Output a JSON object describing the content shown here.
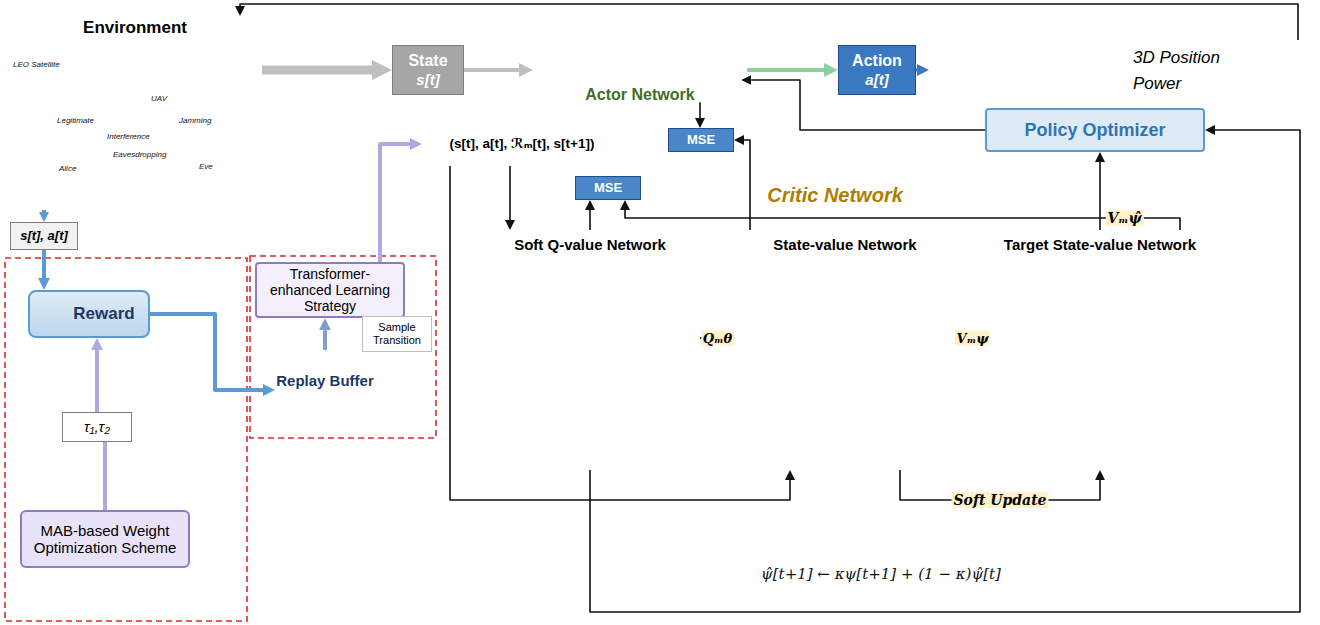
{
  "diagram": {
    "nodes": [
      {
        "text": [
          "Environment"
        ]
      },
      {
        "text": [
          "State",
          "s[t]"
        ]
      },
      {
        "text": [
          "Actor Network"
        ]
      },
      {
        "text": [
          "Action",
          "a[t]"
        ]
      },
      {
        "text": [
          "3D Position",
          "Power"
        ]
      },
      {
        "text": [
          "(s[t], a[t], ℛₘ[t], s[t+1])"
        ]
      },
      {
        "text": [
          "MSE"
        ]
      },
      {
        "text": [
          "Policy Optimizer"
        ]
      },
      {
        "text": [
          "MSE"
        ]
      },
      {
        "text": [
          "s[t], a[t]"
        ]
      },
      {
        "text": [
          "Reward"
        ]
      },
      {
        "text": [
          "τ₁,τ₂"
        ]
      },
      {
        "text": [
          "MAB-based Weight Optimization Scheme"
        ]
      },
      {
        "text": [
          "Transformer-enhanced Learning Strategy"
        ]
      },
      {
        "text": [
          "Sample Transition"
        ]
      },
      {
        "text": [
          "Replay Buffer"
        ]
      },
      {
        "text": [
          "Critic Network"
        ]
      },
      {
        "text": [
          "Soft Q-value Network"
        ],
        "in": 16
      },
      {
        "text": [
          "State-value Network"
        ],
        "in": 16
      },
      {
        "text": [
          "Target State-value Network"
        ],
        "in": 16
      }
    ],
    "edges": [
      {
        "from": 0,
        "to": 1,
        "arrow": "to"
      },
      {
        "from": 1,
        "to": 2,
        "arrow": "to"
      },
      {
        "from": 2,
        "to": 3,
        "arrow": "to"
      },
      {
        "from": 3,
        "to": 4,
        "arrow": "to"
      },
      {
        "from": 4,
        "to": 0,
        "arrow": "to"
      },
      {
        "from": 0,
        "to": 9,
        "arrow": "to"
      },
      {
        "from": 9,
        "to": 10,
        "arrow": "to"
      },
      {
        "from": 12,
        "to": 11,
        "arrow": "none"
      },
      {
        "from": 11,
        "to": 10,
        "arrow": "to"
      },
      {
        "from": 10,
        "to": 15,
        "arrow": "to"
      },
      {
        "from": 15,
        "to": 13,
        "arrow": "to"
      },
      {
        "from": 13,
        "to": 5,
        "arrow": "to"
      },
      {
        "from": 5,
        "to": 17,
        "arrow": "to"
      },
      {
        "from": 5,
        "to": 18,
        "arrow": "to"
      },
      {
        "from": 2,
        "to": 6,
        "arrow": "to"
      },
      {
        "from": 18,
        "to": 6,
        "arrow": "to"
      },
      {
        "from": 17,
        "to": 8,
        "arrow": "to"
      },
      {
        "from": 19,
        "to": 8,
        "arrow": "to",
        "label": "Vₘψ̂"
      },
      {
        "from": 17,
        "to": 18,
        "arrow": "to",
        "label": "Qₘθ"
      },
      {
        "from": 18,
        "to": 19,
        "arrow": "to",
        "label": "Vₘψ"
      },
      {
        "from": 18,
        "to": 19,
        "arrow": "to",
        "label": "Soft Update"
      },
      {
        "from": 19,
        "to": 7,
        "arrow": "to"
      },
      {
        "from": 7,
        "to": 2,
        "arrow": "to"
      },
      {
        "from": 17,
        "to": 7,
        "arrow": "to"
      }
    ],
    "labels": [
      "LEO Satellite",
      "UAV",
      "Legitimate",
      "Interference",
      "Eavesdropping",
      "Jamming",
      "Alice",
      "Eve",
      "ψ̂[t+1] ← κψ[t+1] + (1 − κ)ψ̂[t]"
    ]
  }
}
